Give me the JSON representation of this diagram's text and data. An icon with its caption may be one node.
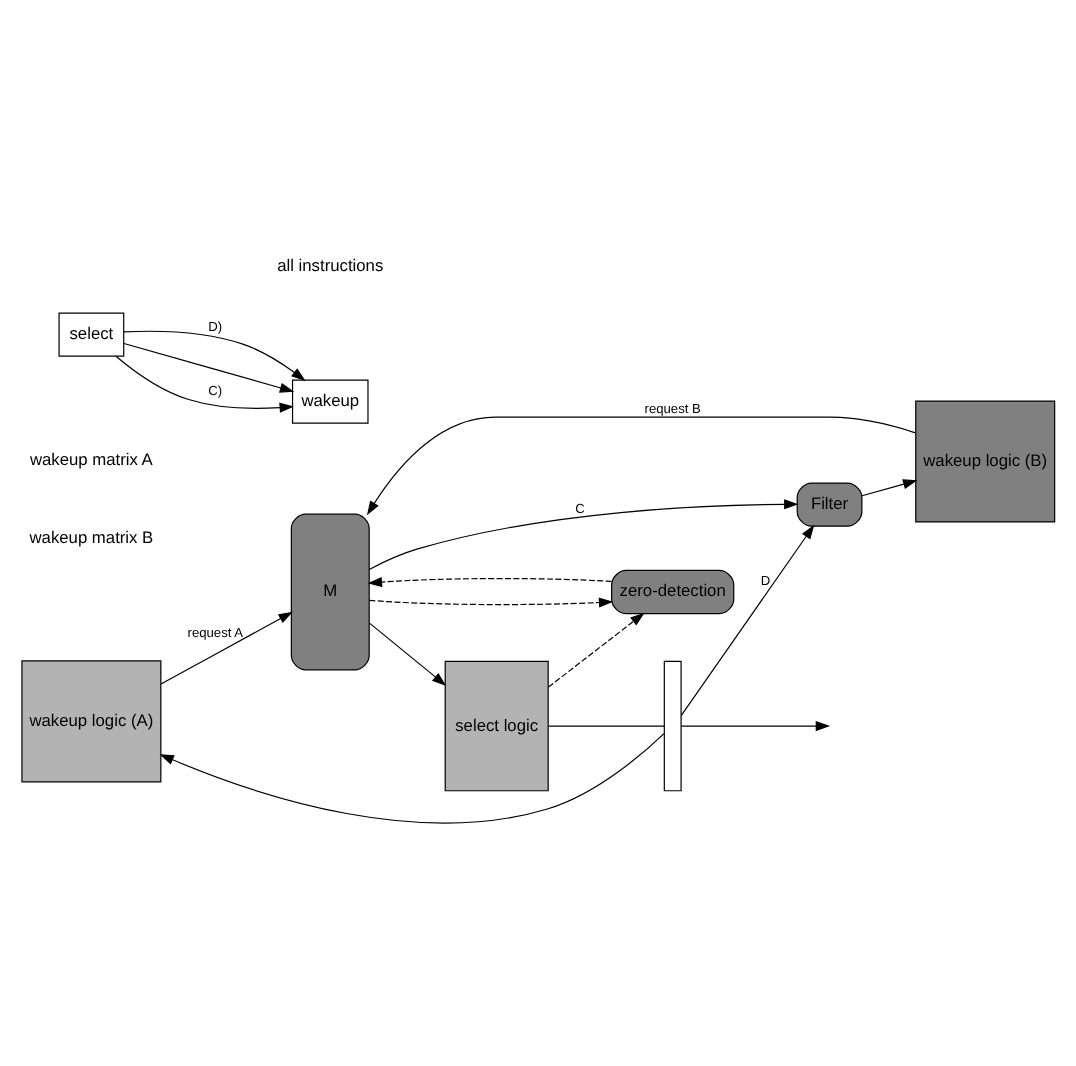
{
  "diagram": {
    "nodes": [
      {
        "text": [
          "wakeup logic (A)"
        ]
      },
      {
        "text": [
          "Filter"
        ]
      },
      {
        "text": [
          "wakeup logic (B)"
        ]
      },
      {
        "text": [
          "M"
        ]
      },
      {
        "text": [
          "select logic"
        ]
      },
      {
        "text": [],
        "shape": "bar"
      },
      {
        "text": [
          "zero-detection"
        ]
      },
      {
        "text": [
          "wakeup"
        ]
      },
      {
        "text": [
          "select"
        ]
      }
    ],
    "edges": [
      {
        "from": 0,
        "to": 3,
        "arrow": "to",
        "label": "request A"
      },
      {
        "from": 2,
        "to": 3,
        "arrow": "to",
        "label": "request B"
      },
      {
        "from": 3,
        "to": 4,
        "arrow": "to"
      },
      {
        "from": 3,
        "to": 1,
        "arrow": "to",
        "label": "C"
      },
      {
        "from": 3,
        "to": 6,
        "arrow": "to",
        "style": "dashed"
      },
      {
        "from": 4,
        "to": 5,
        "arrow": "none"
      },
      {
        "from": 4,
        "to": 6,
        "arrow": "to",
        "style": "dashed"
      },
      {
        "from": 5,
        "to": null,
        "arrow": "to"
      },
      {
        "from": 5,
        "to": 0,
        "arrow": "to"
      },
      {
        "from": 5,
        "to": 1,
        "arrow": "to",
        "label": "D"
      },
      {
        "from": 6,
        "to": 3,
        "arrow": "to",
        "style": "dashed"
      },
      {
        "from": 1,
        "to": 2,
        "arrow": "to"
      },
      {
        "from": 8,
        "to": 7,
        "arrow": "to"
      },
      {
        "from": 8,
        "to": 7,
        "arrow": "to",
        "label": "C)"
      },
      {
        "from": 8,
        "to": 7,
        "arrow": "to",
        "label": "D)"
      }
    ],
    "labels": [
      "wakeup matrix A",
      "all instructions",
      "wakeup matrix B"
    ]
  }
}
